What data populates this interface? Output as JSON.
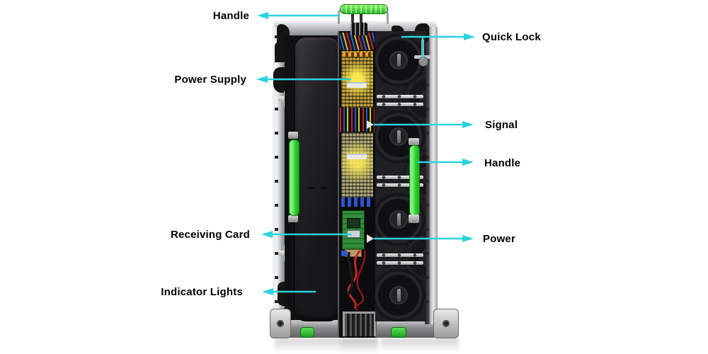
{
  "figure": {
    "name": "LED display cabinet rear view diagram",
    "callouts": [
      {
        "id": "handle-top",
        "text": "Handle",
        "side": "left"
      },
      {
        "id": "quick-lock",
        "text": "Quick Lock",
        "side": "right"
      },
      {
        "id": "power-supply",
        "text": "Power Supply",
        "side": "left"
      },
      {
        "id": "signal",
        "text": "Signal",
        "side": "right"
      },
      {
        "id": "handle-right",
        "text": "Handle",
        "side": "right"
      },
      {
        "id": "receiving-card",
        "text": "Receiving Card",
        "side": "left"
      },
      {
        "id": "power",
        "text": "Power",
        "side": "right"
      },
      {
        "id": "indicator-lights",
        "text": "Indicator Lights",
        "side": "left"
      }
    ],
    "colors": {
      "background": "#ffffff",
      "label_text": "#000000",
      "arrow": "#2bd3dc",
      "handle_green": "#3bdc3b",
      "psu_gold": "#c7a53e",
      "psu_glow": "#ffe94a",
      "pcb_green": "#2f8f3a",
      "wire_red": "#c62828",
      "connector_blue": "#2b55d4",
      "panel_dark": "#1a1a1d",
      "frame_metal": "#c4c7c9"
    }
  }
}
